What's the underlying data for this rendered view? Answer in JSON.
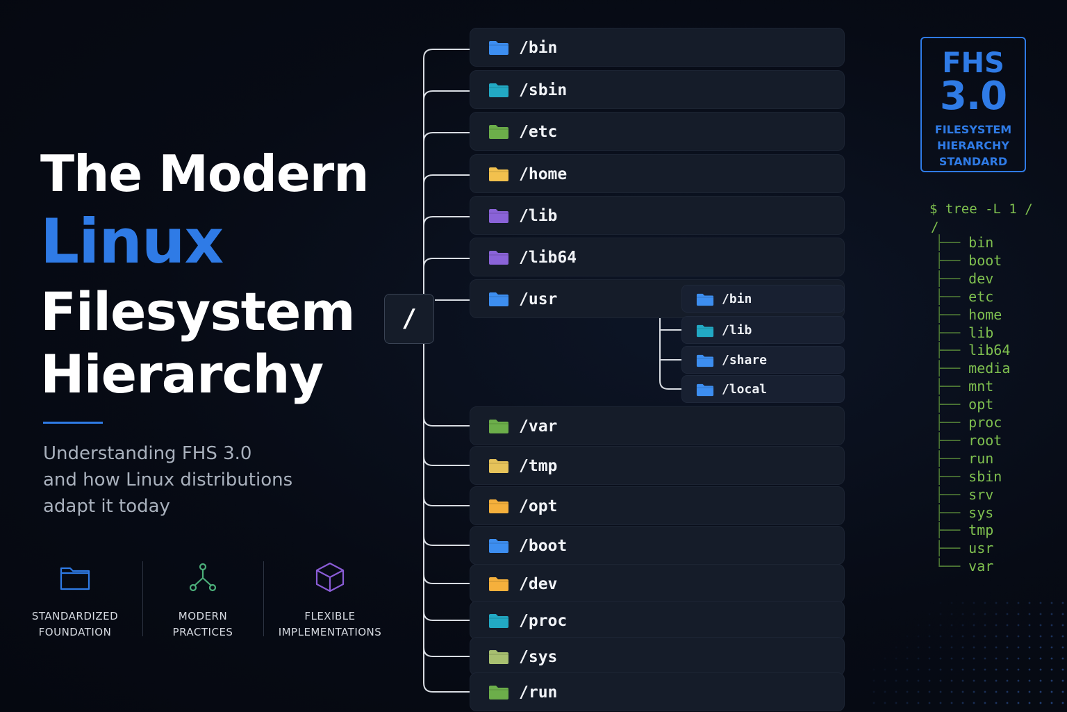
{
  "title": {
    "line1": "The Modern",
    "line2": "Linux",
    "line3": "Filesystem",
    "line4": "Hierarchy"
  },
  "subtitle": {
    "line1": "Understanding FHS 3.0",
    "line2": "and how Linux distributions",
    "line3": "adapt it today"
  },
  "features": [
    {
      "line1": "STANDARDIZED",
      "line2": "FOUNDATION",
      "icon": "folder-outline-icon",
      "color": "#2f7be6"
    },
    {
      "line1": "MODERN",
      "line2": "PRACTICES",
      "icon": "branch-nodes-icon",
      "color": "#4caf7a"
    },
    {
      "line1": "FLEXIBLE",
      "line2": "IMPLEMENTATIONS",
      "icon": "cube-icon",
      "color": "#8a5cd6"
    }
  ],
  "root_label": "/",
  "dirs": [
    {
      "label": "/bin",
      "color": "#3d8ef0"
    },
    {
      "label": "/sbin",
      "color": "#22a9c4"
    },
    {
      "label": "/etc",
      "color": "#6cae4a"
    },
    {
      "label": "/home",
      "color": "#f2c14e"
    },
    {
      "label": "/lib",
      "color": "#8a63d8"
    },
    {
      "label": "/lib64",
      "color": "#8a63d8"
    },
    {
      "label": "/usr",
      "color": "#3d8ef0"
    },
    {
      "label": "/var",
      "color": "#6cae4a"
    },
    {
      "label": "/tmp",
      "color": "#e6c35a"
    },
    {
      "label": "/opt",
      "color": "#f5b03c"
    },
    {
      "label": "/boot",
      "color": "#3d8ef0"
    },
    {
      "label": "/dev",
      "color": "#f5b03c"
    },
    {
      "label": "/proc",
      "color": "#22a9c4"
    },
    {
      "label": "/sys",
      "color": "#a8c070"
    },
    {
      "label": "/run",
      "color": "#6cae4a"
    }
  ],
  "usr_children": [
    {
      "label": "/bin",
      "color": "#3d8ef0"
    },
    {
      "label": "/lib",
      "color": "#22a9c4"
    },
    {
      "label": "/share",
      "color": "#3d8ef0"
    },
    {
      "label": "/local",
      "color": "#3d8ef0"
    }
  ],
  "badge": {
    "line1": "FHS",
    "line2": "3.0",
    "line3": "FILESYSTEM",
    "line4": "HIERARCHY",
    "line5": "STANDARD"
  },
  "terminal": {
    "command": "$ tree -L 1 /",
    "root": "/",
    "entries": [
      "bin",
      "boot",
      "dev",
      "etc",
      "home",
      "lib",
      "lib64",
      "media",
      "mnt",
      "opt",
      "proc",
      "root",
      "run",
      "sbin",
      "srv",
      "sys",
      "tmp",
      "usr",
      "var"
    ]
  },
  "colors": {
    "accent": "#2f7be6",
    "terminal_green": "#7fc04f",
    "background": "#070b15"
  }
}
